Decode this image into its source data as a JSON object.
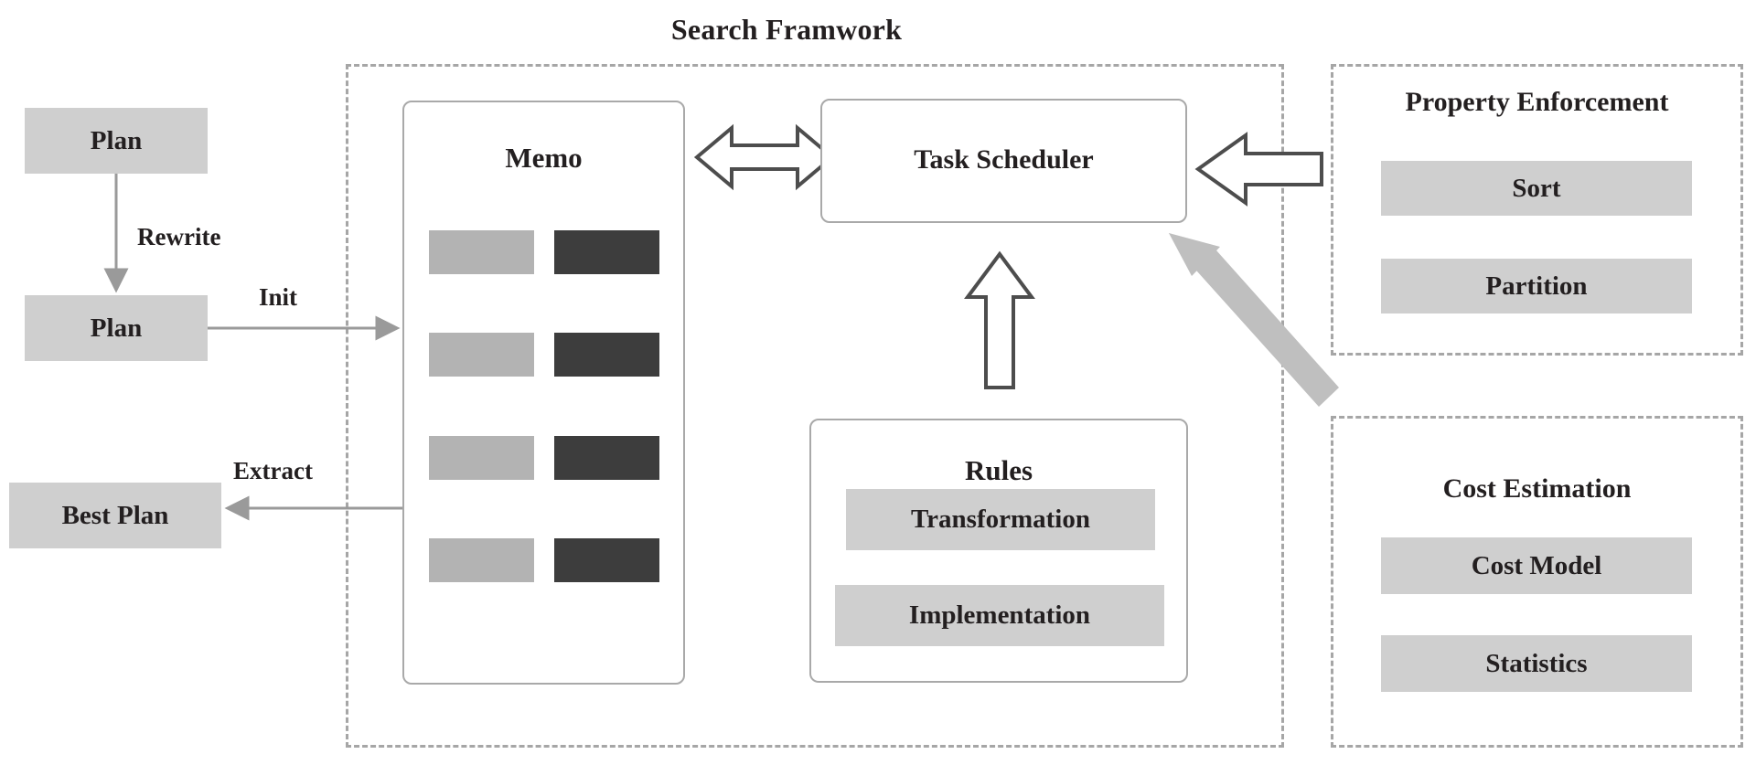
{
  "title": "Search Framwork",
  "colors": {
    "grey_box_fill": "#cfcfcf",
    "memo_light_cell": "#b3b3b3",
    "memo_dark_cell": "#3d3d3d",
    "dashed_border": "#a6a6a6",
    "card_border": "#a9a9a9",
    "text": "#231f20",
    "thin_arrow": "#9a9a9a",
    "block_arrow_outline": "#4d4d4d",
    "solid_grey_arrow": "#bfbfbf"
  },
  "left_flow": {
    "plan_top": "Plan",
    "plan_bottom": "Plan",
    "best_plan": "Best Plan",
    "edges": {
      "rewrite": "Rewrite",
      "init": "Init",
      "extract": "Extract"
    }
  },
  "search_framework": {
    "memo": {
      "title": "Memo",
      "rows": [
        {
          "light": "",
          "dark": ""
        },
        {
          "light": "",
          "dark": ""
        },
        {
          "light": "",
          "dark": ""
        },
        {
          "light": "",
          "dark": ""
        }
      ]
    },
    "task_scheduler": {
      "title": "Task Scheduler"
    },
    "rules": {
      "title": "Rules",
      "items": [
        {
          "label": "Transformation"
        },
        {
          "label": "Implementation"
        }
      ]
    }
  },
  "property_enforcement": {
    "title": "Property Enforcement",
    "items": [
      {
        "label": "Sort"
      },
      {
        "label": "Partition"
      }
    ]
  },
  "cost_estimation": {
    "title": "Cost Estimation",
    "items": [
      {
        "label": "Cost Model"
      },
      {
        "label": "Statistics"
      }
    ]
  },
  "arrows": {
    "memo_scheduler": "double-headed-block-arrow",
    "rules_scheduler": "up-block-arrow",
    "property_scheduler": "left-block-arrow",
    "cost_scheduler": "diagonal-solid-arrow"
  }
}
